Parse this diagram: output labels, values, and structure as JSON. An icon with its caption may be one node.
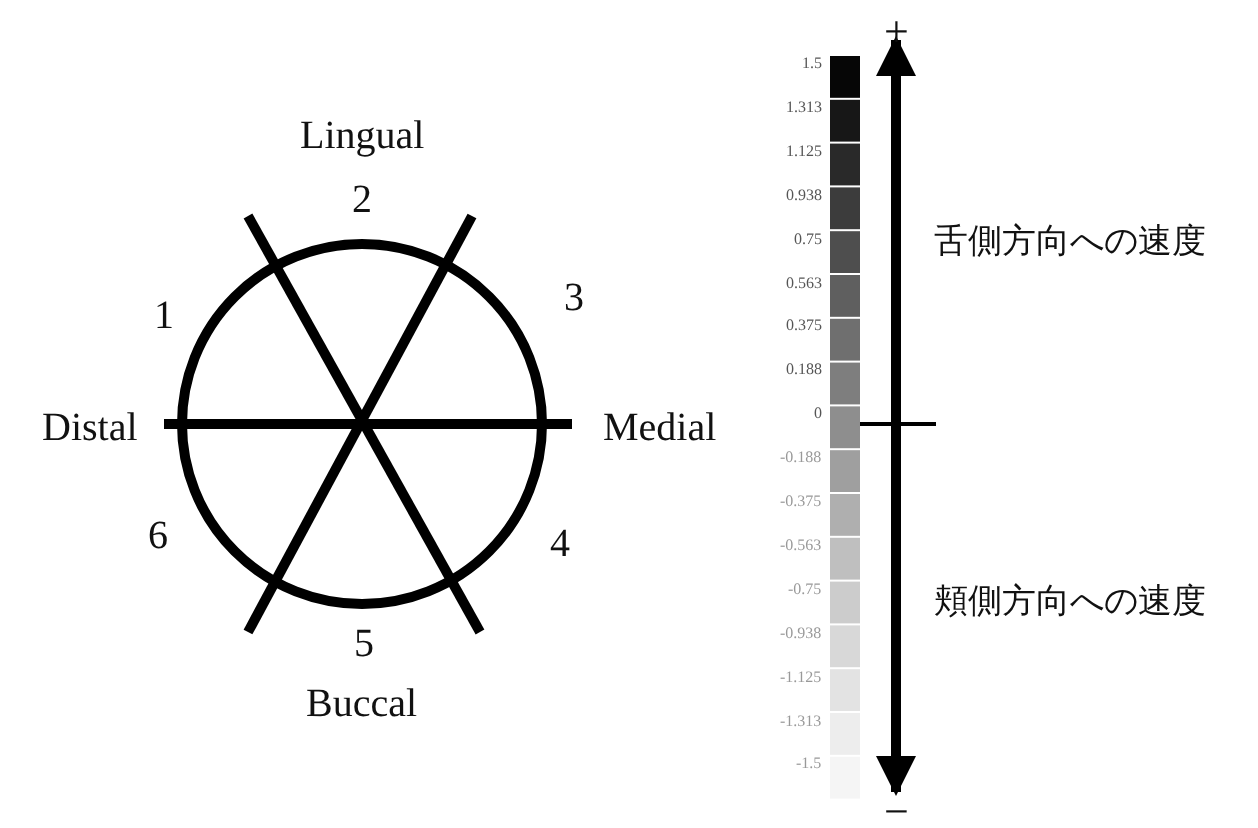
{
  "diagram": {
    "labels": [
      "Lingual",
      "2",
      "1",
      "3",
      "Distal",
      "Medial",
      "6",
      "4",
      "5",
      "Buccal",
      "1.5",
      "1.313",
      "1.125",
      "0.938",
      "0.75",
      "0.563",
      "0.375",
      "0.188",
      "0",
      "-0.188",
      "-0.375",
      "-0.563",
      "-0.75",
      "-0.938",
      "-1.125",
      "-1.313",
      "-1.5",
      "+",
      "舌側方向への速度",
      "頬側方向への速度",
      "−"
    ]
  }
}
